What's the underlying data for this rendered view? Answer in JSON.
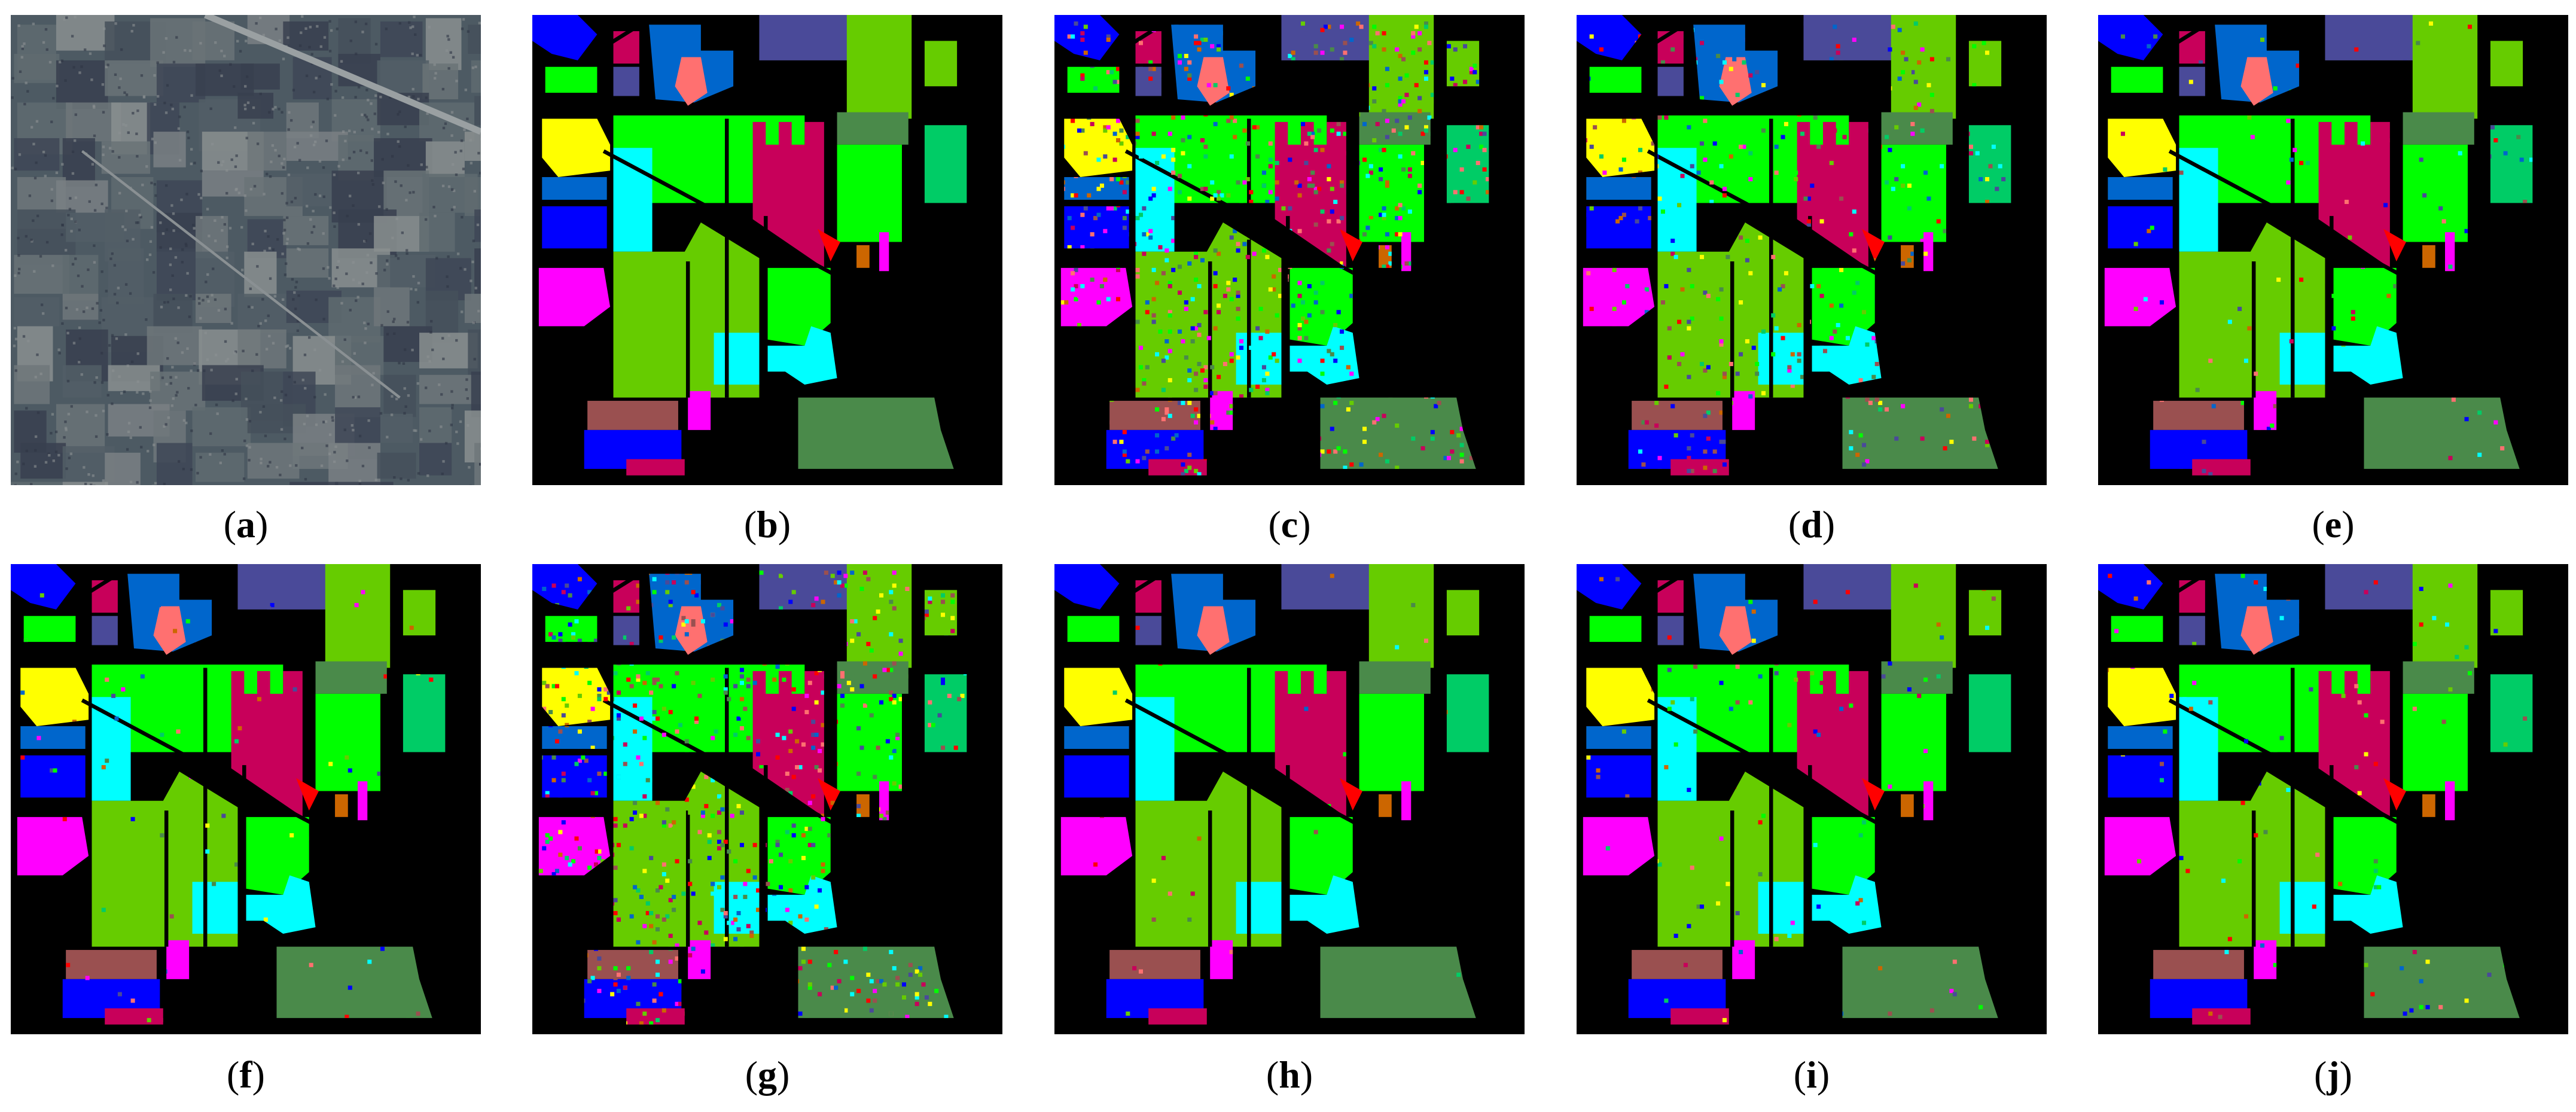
{
  "panels": [
    {
      "label": "a",
      "kind": "satellite"
    },
    {
      "label": "b",
      "kind": "classmap",
      "noise": 0.0
    },
    {
      "label": "c",
      "kind": "classmap",
      "noise": 0.45
    },
    {
      "label": "d",
      "kind": "classmap",
      "noise": 0.2
    },
    {
      "label": "e",
      "kind": "classmap",
      "noise": 0.05
    },
    {
      "label": "f",
      "kind": "classmap",
      "noise": 0.04
    },
    {
      "label": "g",
      "kind": "classmap",
      "noise": 0.4
    },
    {
      "label": "h",
      "kind": "classmap",
      "noise": 0.02
    },
    {
      "label": "i",
      "kind": "classmap",
      "noise": 0.06
    },
    {
      "label": "j",
      "kind": "classmap",
      "noise": 0.06
    }
  ],
  "class_colors": {
    "blue": "#0000ff",
    "magenta": "#ff00ff",
    "crimson": "#c8005a",
    "slate": "#4a4a99",
    "olive_green": "#66cc00",
    "bright_green": "#00ff00",
    "cyan": "#00ffff",
    "teal_green": "#00cc66",
    "yellow": "#ffff00",
    "salmon": "#ff7070",
    "mid_blue": "#0066cc",
    "sage": "#4a8a4a",
    "brown": "#9a5050",
    "red": "#ff0000",
    "orange": "#cc6600"
  }
}
